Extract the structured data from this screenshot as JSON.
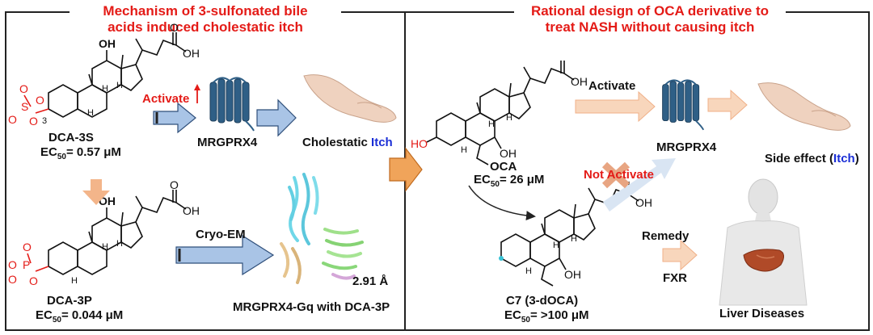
{
  "left_panel": {
    "title_line1": "Mechanism of 3-sulfonated bile",
    "title_line2": "acids induced cholestatic itch",
    "dca3s": {
      "name": "DCA-3S",
      "ec_prefix": "EC",
      "ec_sub": "50",
      "ec_value": "= 0.57 μM"
    },
    "dca3p": {
      "name": "DCA-3P",
      "ec_prefix": "EC",
      "ec_sub": "50",
      "ec_value": "= 0.044 μM"
    },
    "activate": "Activate",
    "receptor": "MRGPRX4",
    "cholestatic": "Cholestatic",
    "itch": "Itch",
    "cryo_em": "Cryo-EM",
    "resolution": "2.91 Å",
    "complex": "MRGPRX4-Gq with DCA-3P",
    "atoms": {
      "oh": "OH",
      "o": "O",
      "s": "S",
      "p": "P",
      "h": "H",
      "three": "3",
      "minus": "-"
    }
  },
  "right_panel": {
    "title_line1": "Rational design of OCA derivative to",
    "title_line2": "treat NASH without causing itch",
    "oca": {
      "name": "OCA",
      "ec_prefix": "EC",
      "ec_sub": "50",
      "ec_value": "= 26 μM"
    },
    "c7": {
      "name": "C7 (3-dOCA)",
      "ec_prefix": "EC",
      "ec_sub": "50",
      "ec_value": "= >100 μM"
    },
    "activate": "Activate",
    "not_activate": "Not Activate",
    "receptor": "MRGPRX4",
    "side_effect_prefix": "Side effect (",
    "itch": "Itch",
    "side_effect_suffix": ")",
    "remedy": "Remedy",
    "fxr": "FXR",
    "liver": "Liver Diseases",
    "atoms": {
      "oh": "OH",
      "h": "H",
      "ho": "HO"
    }
  },
  "colors": {
    "title_red": "#e41b17",
    "itch_blue": "#1a2ed6",
    "arrow_blue": "#a9c4e6",
    "arrow_orange": "#f3b58a",
    "receptor_blue": "#2f5f86"
  }
}
